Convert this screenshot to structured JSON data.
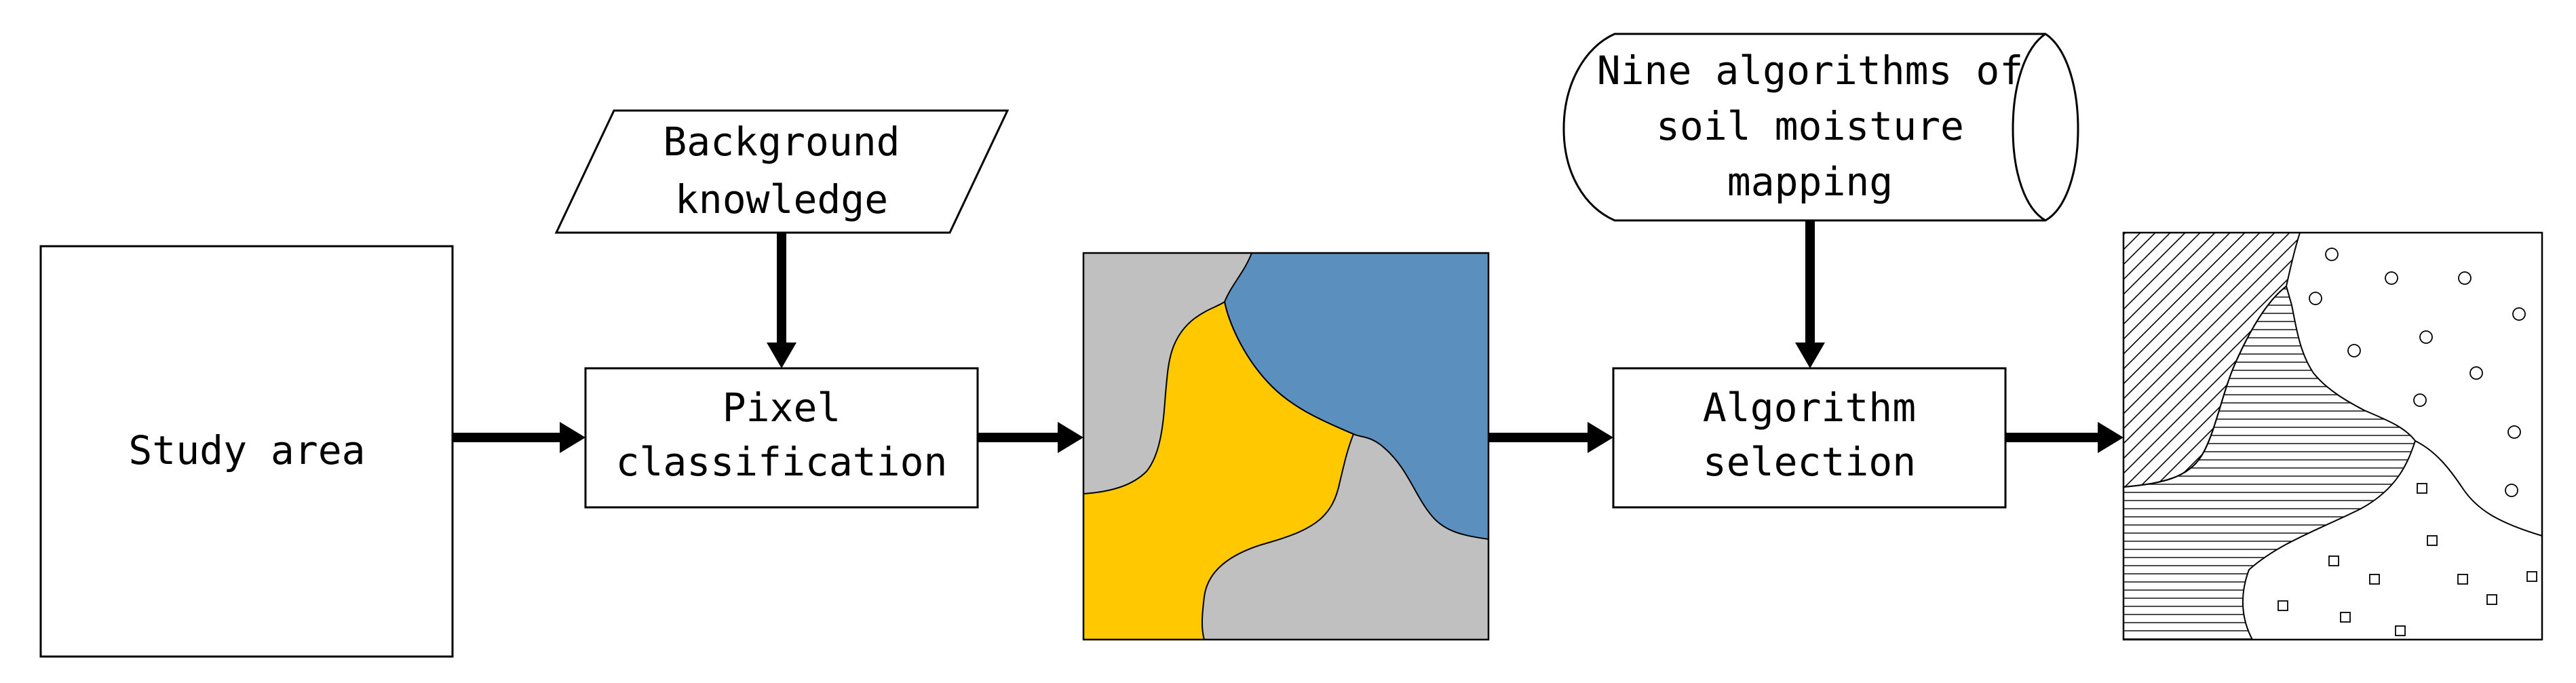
{
  "diagram": {
    "study_area": "Study area",
    "background_knowledge": [
      "Background",
      "knowledge"
    ],
    "pixel_classification": [
      "Pixel",
      "classification"
    ],
    "nine_algorithms": [
      "Nine algorithms of",
      "soil moisture",
      "mapping"
    ],
    "algorithm_selection": [
      "Algorithm",
      "selection"
    ]
  },
  "colors": {
    "stroke": "#000000",
    "arrow": "#000000",
    "class_gray": "#c0c0c0",
    "class_yellow": "#ffc800",
    "class_blue": "#5b8fbe",
    "background": "#ffffff"
  }
}
